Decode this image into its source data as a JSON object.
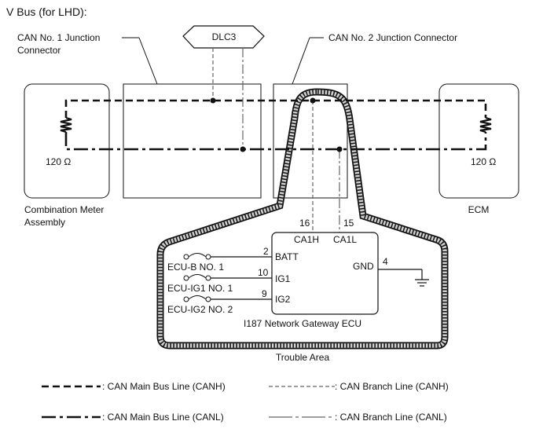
{
  "title": "V Bus (for LHD):",
  "components": {
    "dlc3": "DLC3",
    "jc1_line1": "CAN No. 1 Junction",
    "jc1_line2": "Connector",
    "jc2": "CAN No. 2 Junction Connector",
    "meter_resistor": "120 Ω",
    "ecm_resistor": "120 Ω",
    "meter_line1": "Combination Meter",
    "meter_line2": "Assembly",
    "ecm": "ECM",
    "gateway": "I187  Network Gateway ECU",
    "trouble_area": "Trouble Area"
  },
  "gateway_pins": {
    "ca1h_num": "16",
    "ca1h": "CA1H",
    "ca1l_num": "15",
    "ca1l": "CA1L",
    "batt_num": "2",
    "batt": "BATT",
    "ig1_num": "10",
    "ig1": "IG1",
    "ig2_num": "9",
    "ig2": "IG2",
    "gnd_num": "4",
    "gnd": "GND"
  },
  "fuses": {
    "ecu_b": "ECU-B NO. 1",
    "ecu_ig1": "ECU-IG1 NO. 1",
    "ecu_ig2": "ECU-IG2 NO. 2"
  },
  "legend": {
    "main_canh": ": CAN Main Bus Line (CANH)",
    "branch_canh": ": CAN Branch Line (CANH)",
    "main_canl": ": CAN Main Bus Line (CANL)",
    "branch_canl": ": CAN Branch Line (CANL)"
  }
}
